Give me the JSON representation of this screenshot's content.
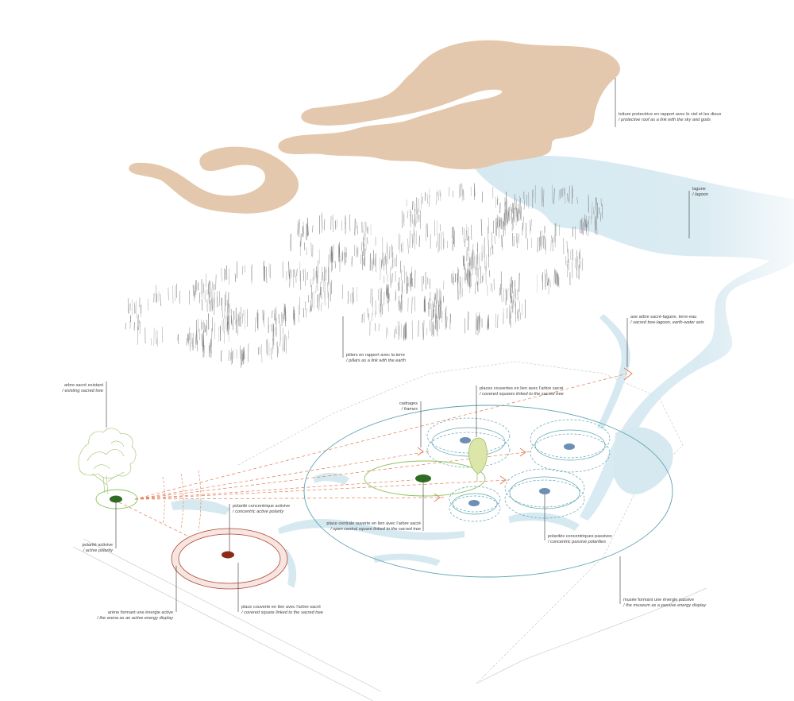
{
  "colors": {
    "roof": "#e4c8ad",
    "lagoon": "#d6e9f1",
    "pillars": "#7a7a7a",
    "museum_line": "#5aa3b0",
    "active_green": "#2f6b22",
    "green_line": "#8cc45a",
    "tree": "#9bbf6a",
    "arena": "#b5432f",
    "arena_fill": "#f6e6e1",
    "axis_orange": "#e07a52",
    "passive_blue": "#6d8fb5",
    "ground_line": "#b8b8b8",
    "leader": "#333333"
  },
  "labels": {
    "roof": {
      "fr": "toiture protectrice en rapport avec le ciel et les dieux",
      "en": "/ protective roof as a link with the sky and gods"
    },
    "lagoon": {
      "fr": "lagune",
      "en": "/ lagoon"
    },
    "pillars": {
      "fr": "piliers en rapport avec la terre",
      "en": "/ pillars as a link with the earth"
    },
    "axis": {
      "fr": "axe arbre sacré-lagune, terre-eau",
      "en": "/ sacred tree-lagoon, earth-water axis"
    },
    "tree": {
      "fr": "arbre sacré existant",
      "en": "/ existing sacred tree"
    },
    "covered_squares": {
      "fr": "places couvertes en lien avec l'arbre sacré",
      "en": "/ covered squares linked to the sacred tree"
    },
    "frames": {
      "fr": "cadrages",
      "en": "/ frames"
    },
    "concentric_active": {
      "fr": "polarité concentrique activive",
      "en": "/ concentric active polarity"
    },
    "central_square": {
      "fr": "place centrale ouverte en lien avec l'arbre sacré",
      "en": "/ open central square linked to the sacred tree"
    },
    "passive_polarities": {
      "fr": "polarités concentriques passives",
      "en": "/ concentric passive polarities"
    },
    "active_polarity": {
      "fr": "polarité activive",
      "en": "/ active polarity"
    },
    "arena": {
      "fr": "arène formant une énergie active",
      "en": "/ the arena as an active energy display"
    },
    "covered_square": {
      "fr": "place couverte en lien avec l'arbre sacré",
      "en": "/ covered square linked to the sacred tree"
    },
    "museum": {
      "fr": "musée formant une énergie passive",
      "en": "/ the museum as a passive energy display"
    }
  }
}
